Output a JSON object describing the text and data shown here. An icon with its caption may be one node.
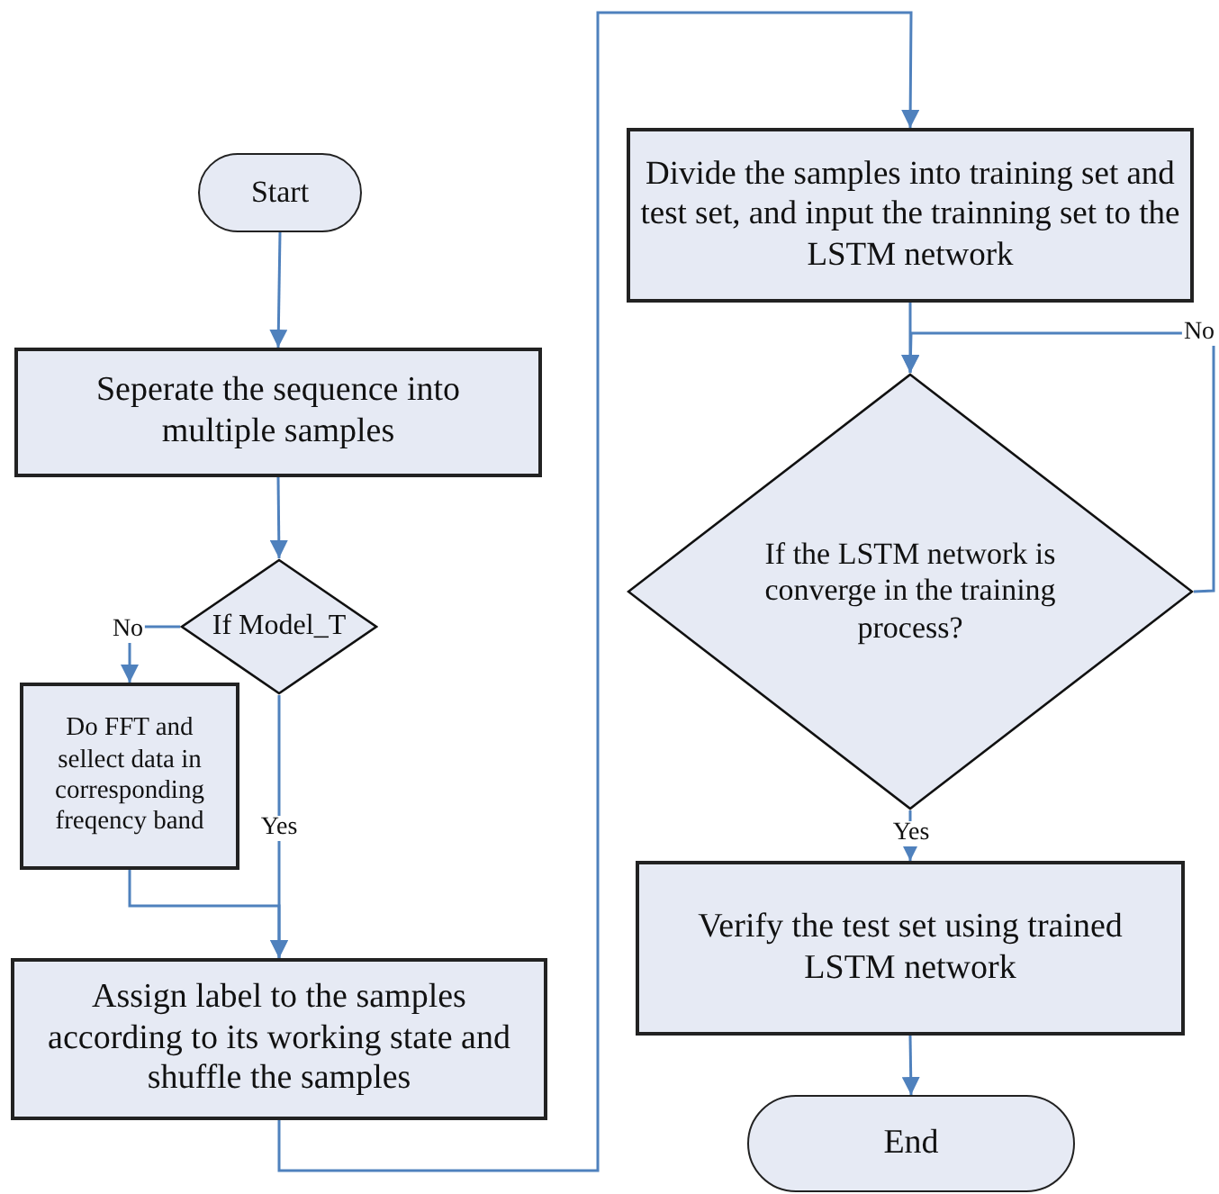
{
  "diagram": {
    "nodes": [
      {
        "text": [
          "Start"
        ]
      },
      {
        "text": [
          "Seperate the sequence into multiple samples"
        ]
      },
      {
        "text": [
          "If Model_T"
        ]
      },
      {
        "text": [
          "Do FFT and sellect data in corresponding freqency band"
        ]
      },
      {
        "text": [
          "Assign label to the samples according to its working state and shuffle  the samples"
        ]
      },
      {
        "text": [
          "Divide the samples into training set and test set, and input the trainning set to the LSTM network"
        ]
      },
      {
        "text": [
          "If the LSTM network is converge in the training process?"
        ]
      },
      {
        "text": [
          "Verify the test set using trained LSTM network"
        ]
      },
      {
        "text": [
          "End"
        ]
      }
    ],
    "edges": [
      {
        "from": 0,
        "to": 1,
        "arrow": "to"
      },
      {
        "from": 1,
        "to": 2,
        "arrow": "to"
      },
      {
        "from": 2,
        "to": 3,
        "arrow": "to",
        "label": "No"
      },
      {
        "from": 2,
        "to": 4,
        "arrow": "to",
        "label": "Yes"
      },
      {
        "from": 3,
        "to": 4,
        "arrow": "to"
      },
      {
        "from": 4,
        "to": 5,
        "arrow": "to"
      },
      {
        "from": 5,
        "to": 6,
        "arrow": "to"
      },
      {
        "from": 6,
        "to": 6,
        "arrow": "to",
        "label": "No"
      },
      {
        "from": 6,
        "to": 7,
        "arrow": "to",
        "label": "Yes"
      },
      {
        "from": 7,
        "to": 8,
        "arrow": "to"
      }
    ]
  }
}
